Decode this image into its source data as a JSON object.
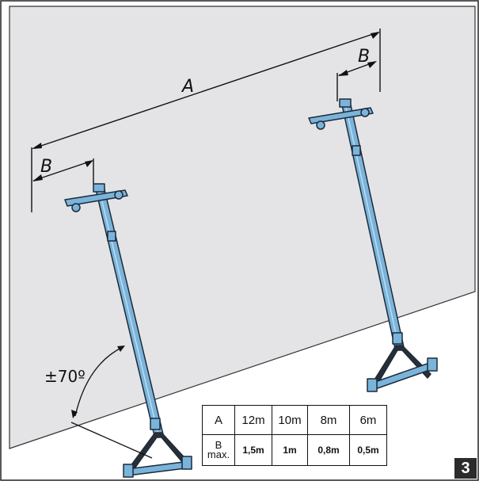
{
  "labels": {
    "dimension_a": "A",
    "dimension_b_left": "B",
    "dimension_b_right": "B",
    "angle": "±70º"
  },
  "table": {
    "row_a": {
      "header": "A",
      "values": [
        "12m",
        "10m",
        "8m",
        "6m"
      ]
    },
    "row_b": {
      "header_line1": "B",
      "header_line2": "max.",
      "values": [
        "1,5m",
        "1m",
        "0,8m",
        "0,5m"
      ]
    }
  },
  "figure_number": "3",
  "colors": {
    "wall": "#e4e4e6",
    "floor": "#ffffff",
    "stand_blue": "#7ab4da",
    "stand_outline": "#1d2a3a",
    "line": "#111111"
  }
}
